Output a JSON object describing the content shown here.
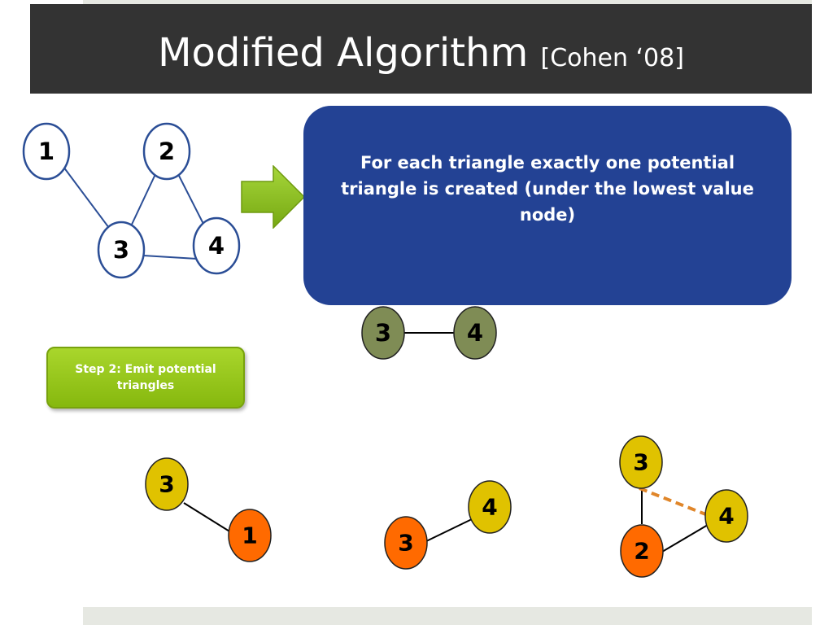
{
  "slide": {
    "title": "Modified Algorithm",
    "citation": "[Cohen ‘08]"
  },
  "callout": {
    "text": "For each triangle exactly one potential triangle is created (under the lowest value node)"
  },
  "step": {
    "label": "Step 2: Emit potential triangles"
  },
  "colors": {
    "title_bar": "#333333",
    "callout": "#234294",
    "step_green": "#99c824",
    "arrow_green": "#8cc020",
    "node_olive": "#7f8c55",
    "node_yellow": "#e0c200",
    "node_orange": "#ff6a00",
    "input_node_outline": "#2b4e96",
    "potential_edge": "#e0862a"
  },
  "input_graph": {
    "nodes": [
      "1",
      "2",
      "3",
      "4"
    ],
    "edges": [
      [
        "1",
        "3"
      ],
      [
        "2",
        "3"
      ],
      [
        "2",
        "4"
      ],
      [
        "3",
        "4"
      ]
    ]
  },
  "edge_pair": {
    "nodes": [
      "3",
      "4"
    ]
  },
  "emitted": [
    {
      "nodes": [
        "3",
        "1"
      ]
    },
    {
      "nodes": [
        "4",
        "3"
      ]
    },
    {
      "nodes": [
        "3",
        "4",
        "2"
      ]
    }
  ]
}
